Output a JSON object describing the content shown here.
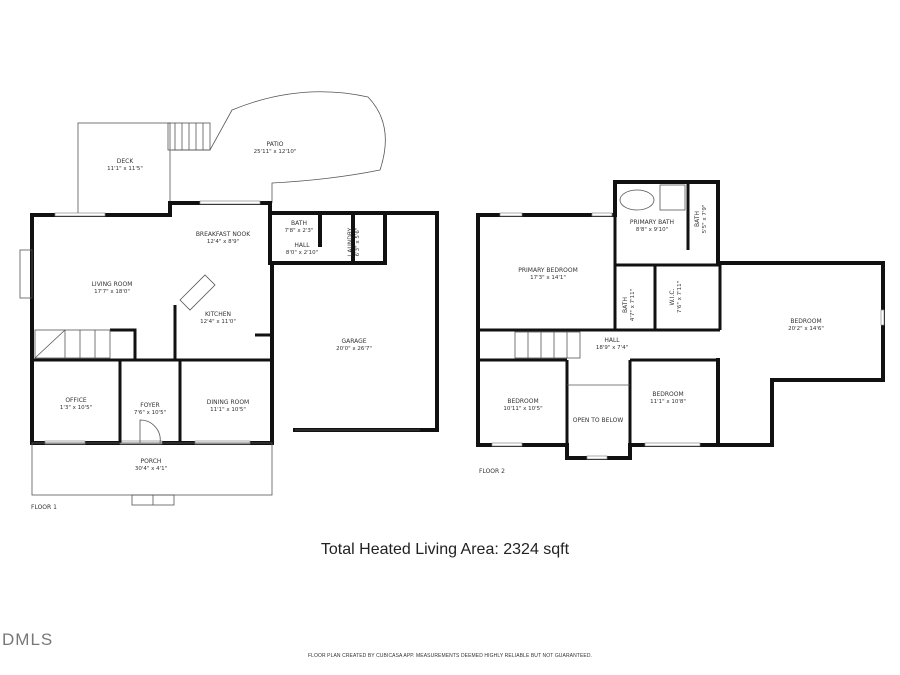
{
  "floor1": {
    "label": "FLOOR 1",
    "rooms": {
      "deck": {
        "name": "DECK",
        "dims": "11'1\" x 11'5\""
      },
      "patio": {
        "name": "PATIO",
        "dims": "25'11\" x 12'10\""
      },
      "breakfast_nook": {
        "name": "BREAKFAST NOOK",
        "dims": "12'4\" x 8'9\""
      },
      "bath": {
        "name": "BATH",
        "dims": "7'8\" x 2'3\""
      },
      "hall": {
        "name": "HALL",
        "dims": "8'0\" x 2'10\""
      },
      "laundry": {
        "name": "LAUNDRY",
        "dims": "6'3\" x 5'6\""
      },
      "living_room": {
        "name": "LIVING ROOM",
        "dims": "17'7\" x 18'0\""
      },
      "kitchen": {
        "name": "KITCHEN",
        "dims": "12'4\" x 11'0\""
      },
      "garage": {
        "name": "GARAGE",
        "dims": "20'0\" x 26'7\""
      },
      "office": {
        "name": "OFFICE",
        "dims": "1'3\" x 10'5\""
      },
      "foyer": {
        "name": "FOYER",
        "dims": "7'6\" x 10'5\""
      },
      "dining_room": {
        "name": "DINING ROOM",
        "dims": "11'1\" x 10'5\""
      },
      "porch": {
        "name": "PORCH",
        "dims": "30'4\" x 4'1\""
      }
    }
  },
  "floor2": {
    "label": "FLOOR 2",
    "rooms": {
      "primary_bedroom": {
        "name": "PRIMARY BEDROOM",
        "dims": "17'3\" x 14'1\""
      },
      "primary_bath": {
        "name": "PRIMARY BATH",
        "dims": "8'8\" x 9'10\""
      },
      "bath_a": {
        "name": "BATH",
        "dims": "5'5\" x 7'9\""
      },
      "bath_b": {
        "name": "BATH",
        "dims": "4'7\" x 7'11\""
      },
      "wic": {
        "name": "W.I.C.",
        "dims": "7'6\" x 7'11\""
      },
      "hall": {
        "name": "HALL",
        "dims": "18'9\" x 7'4\""
      },
      "bedroom_large": {
        "name": "BEDROOM",
        "dims": "20'2\" x 14'6\""
      },
      "bedroom_left": {
        "name": "BEDROOM",
        "dims": "10'11\" x 10'5\""
      },
      "open_to_below": {
        "name": "OPEN TO BELOW"
      },
      "bedroom_mid": {
        "name": "BEDROOM",
        "dims": "11'1\" x 10'8\""
      }
    }
  },
  "total_area": "Total Heated Living Area: 2324 sqft",
  "credit": "FLOOR PLAN CREATED BY CUBICASA APP. MEASUREMENTS DEEMED HIGHLY RELIABLE BUT NOT GUARANTEED.",
  "logo": "DMLS"
}
